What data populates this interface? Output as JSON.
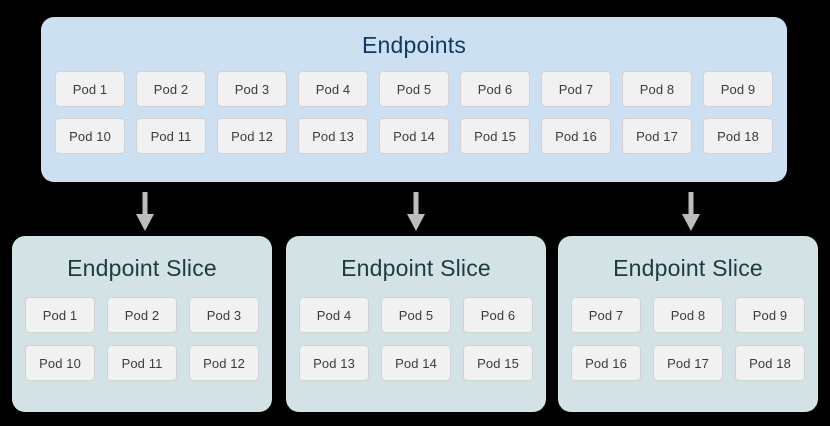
{
  "diagram": {
    "type": "kubernetes-endpointslice-diagram",
    "background_color": "#000000",
    "endpoints": {
      "title": "Endpoints",
      "box_color": "#cde0f2",
      "title_color": "#123a63",
      "rows": [
        [
          "Pod 1",
          "Pod 2",
          "Pod 3",
          "Pod 4",
          "Pod 5",
          "Pod 6",
          "Pod 7",
          "Pod 8",
          "Pod 9"
        ],
        [
          "Pod 10",
          "Pod 11",
          "Pod 12",
          "Pod 13",
          "Pod 14",
          "Pod 15",
          "Pod 16",
          "Pod 17",
          "Pod 18"
        ]
      ]
    },
    "arrows": [
      {
        "name": "arrow-to-slice-1",
        "direction": "down",
        "color": "#bdbdbd"
      },
      {
        "name": "arrow-to-slice-2",
        "direction": "down",
        "color": "#bdbdbd"
      },
      {
        "name": "arrow-to-slice-3",
        "direction": "down",
        "color": "#bdbdbd"
      }
    ],
    "slices": [
      {
        "title": "Endpoint Slice",
        "box_color": "#d3e2e4",
        "title_color": "#1b3c42",
        "rows": [
          [
            "Pod 1",
            "Pod 2",
            "Pod 3"
          ],
          [
            "Pod 10",
            "Pod 11",
            "Pod 12"
          ]
        ]
      },
      {
        "title": "Endpoint Slice",
        "box_color": "#d3e2e4",
        "title_color": "#1b3c42",
        "rows": [
          [
            "Pod 4",
            "Pod 5",
            "Pod 6"
          ],
          [
            "Pod 13",
            "Pod 14",
            "Pod 15"
          ]
        ]
      },
      {
        "title": "Endpoint Slice",
        "box_color": "#d3e2e4",
        "title_color": "#1b3c42",
        "rows": [
          [
            "Pod 7",
            "Pod 8",
            "Pod 9"
          ],
          [
            "Pod 16",
            "Pod 17",
            "Pod 18"
          ]
        ]
      }
    ],
    "pod_style": {
      "fill": "#f1f1f1",
      "border": "#d2d2d2",
      "text_color": "#3c3c3c"
    }
  }
}
